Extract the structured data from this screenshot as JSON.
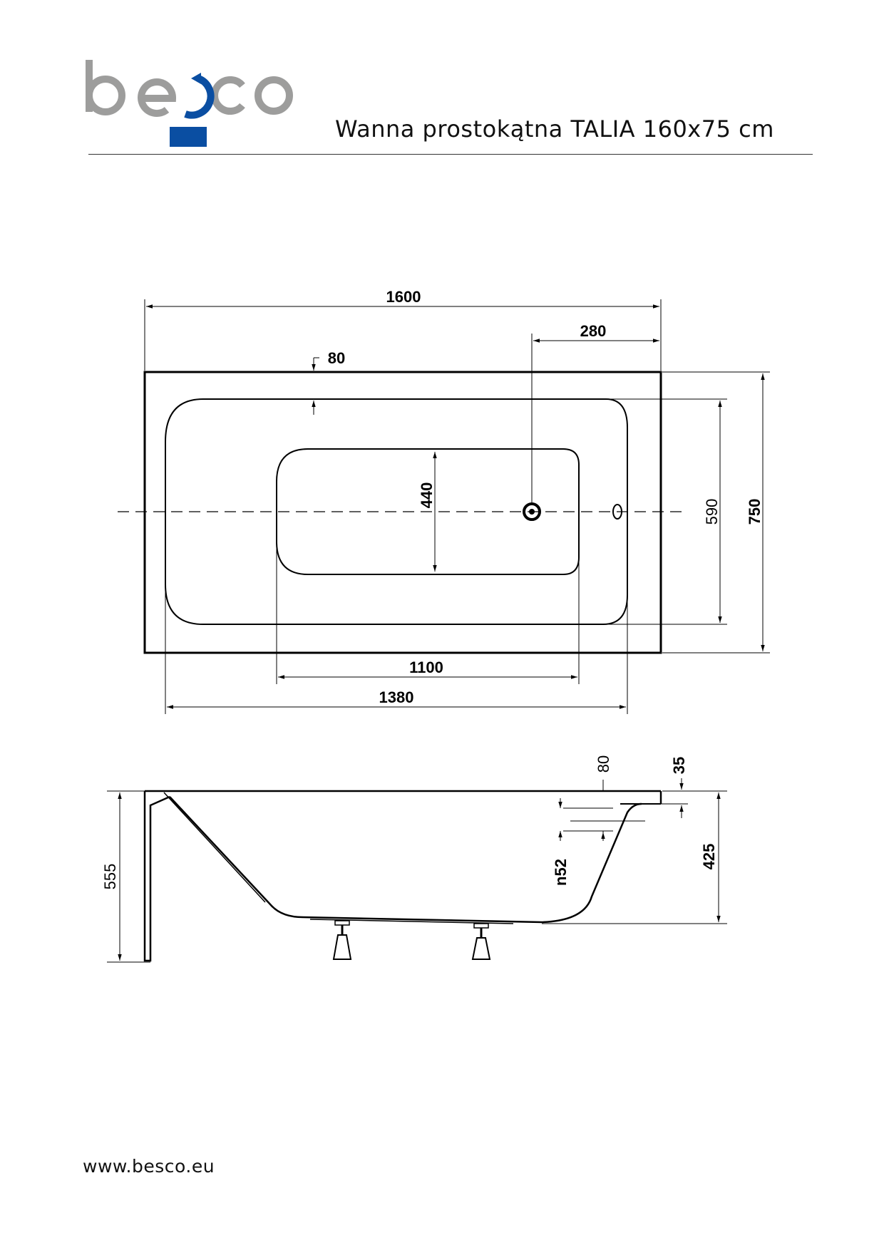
{
  "brand": {
    "name": "besco",
    "gray": "#9d9d9c",
    "blue": "#0a4ea2"
  },
  "header": {
    "title": "Wanna prostokątna TALIA 160x75 cm"
  },
  "footer": {
    "url": "www.besco.eu"
  },
  "top_view": {
    "dims": {
      "length": "1600",
      "drain_offset": "280",
      "rim": "80",
      "inner_width": "440",
      "basin_width": "590",
      "width": "750",
      "inner_length": "1100",
      "basin_length": "1380"
    }
  },
  "side_view": {
    "dims": {
      "overflow_offset": "80",
      "rim_thickness": "35",
      "overflow_diameter": "n52",
      "depth": "425",
      "height": "555"
    }
  }
}
